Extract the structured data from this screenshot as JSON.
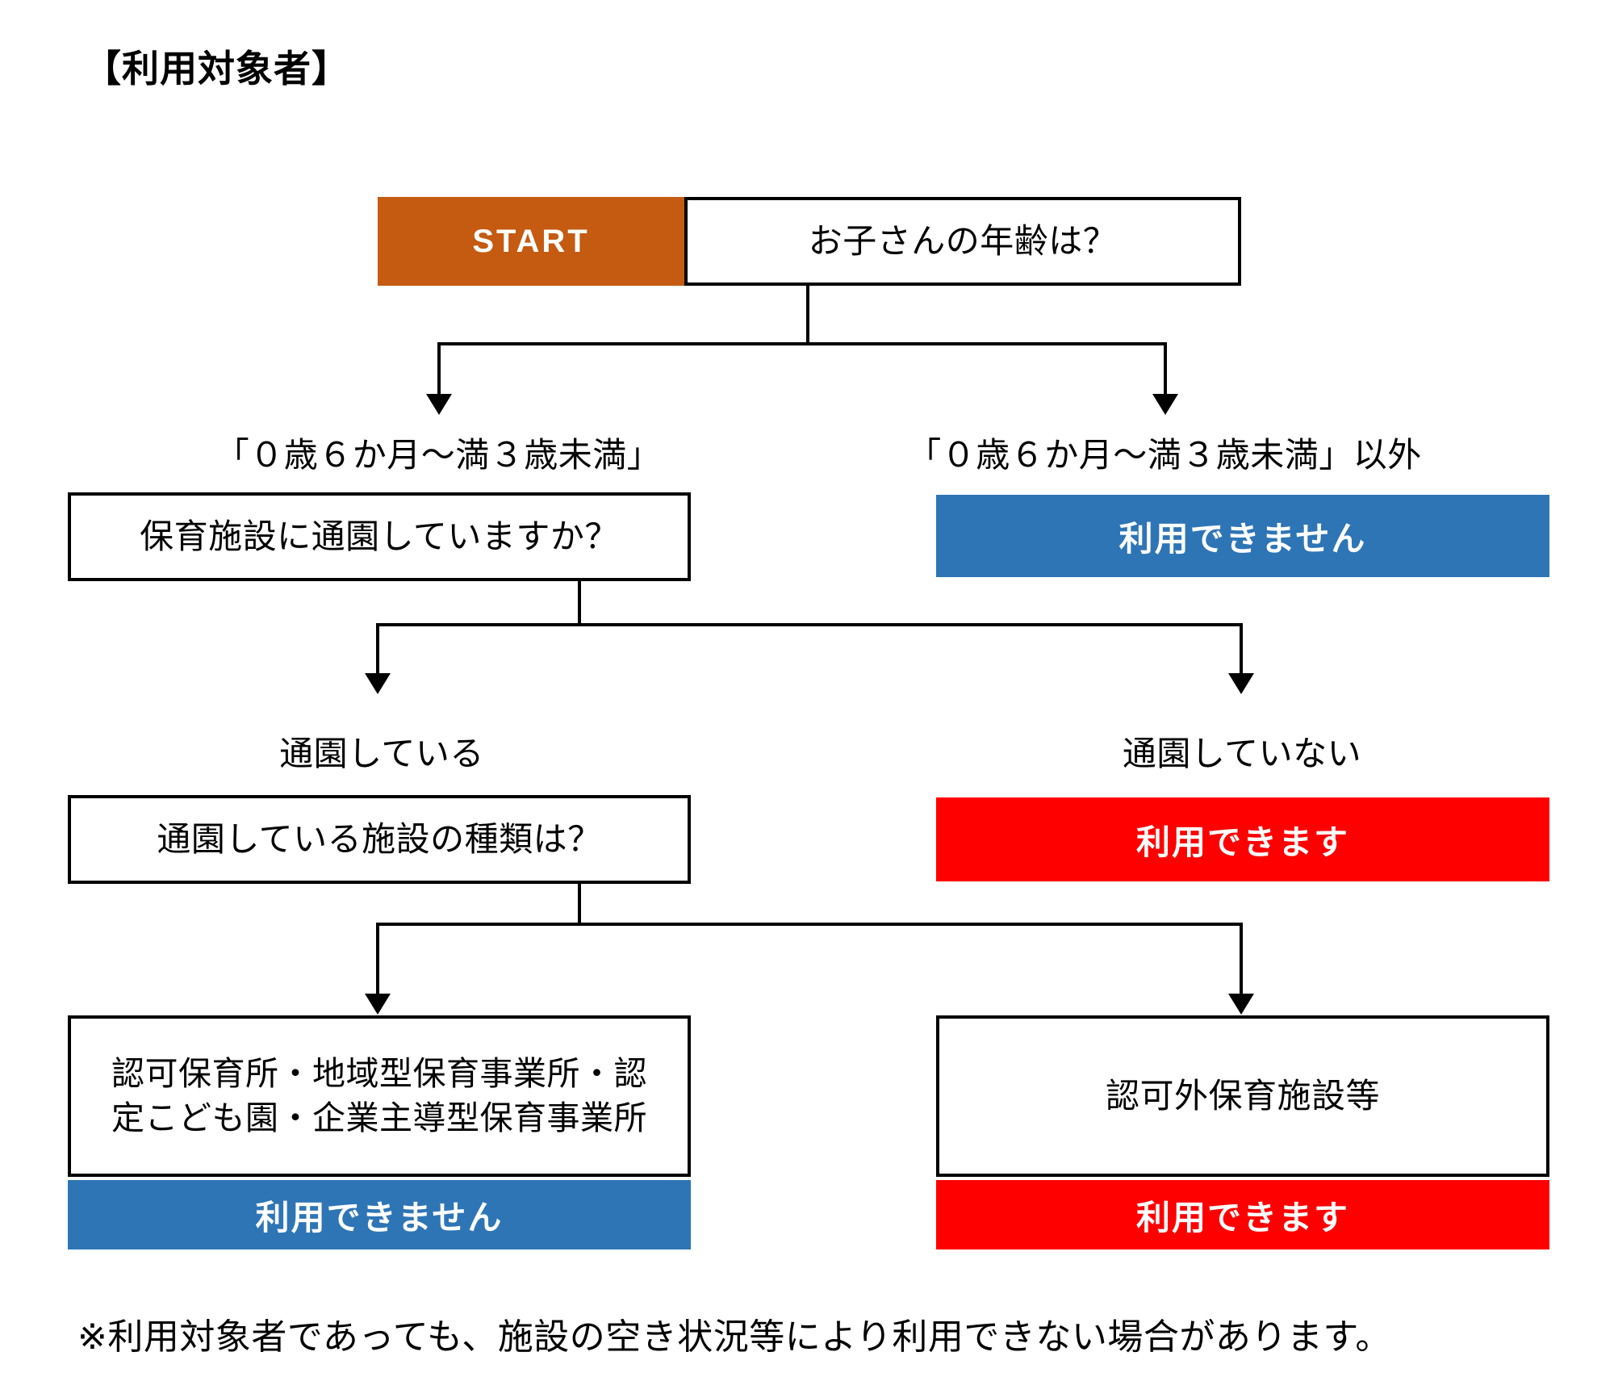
{
  "document": {
    "title": "【利用対象者】",
    "footnote": "※利用対象者であっても、施設の空き状況等により利用できない場合があります。"
  },
  "colors": {
    "start_orange": "#C55A11",
    "result_blue": "#2E75B6",
    "result_red": "#FF0000",
    "line_black": "#000000",
    "background": "#FFFFFF"
  },
  "flowchart": {
    "start_label": "START",
    "nodes": {
      "q_age": "お子さんの年齢は？",
      "q_attending": "保育施設に通園していますか？",
      "q_facility_type": "通園している施設の種類は？",
      "facility_licensed": "認可保育所・地域型保育事業所・認\n定こども園・企業主導型保育事業所",
      "facility_unlicensed": "認可外保育施設等"
    },
    "branch_labels": {
      "age_in_range": "「０歳６か月～満３歳未満」",
      "age_out_of_range": "「０歳６か月～満３歳未満」以外",
      "attending_yes": "通園している",
      "attending_no": "通園していない"
    },
    "results": {
      "not_eligible_age": "利用できません",
      "eligible_not_attending": "利用できます",
      "not_eligible_licensed": "利用できません",
      "eligible_unlicensed": "利用できます"
    }
  }
}
